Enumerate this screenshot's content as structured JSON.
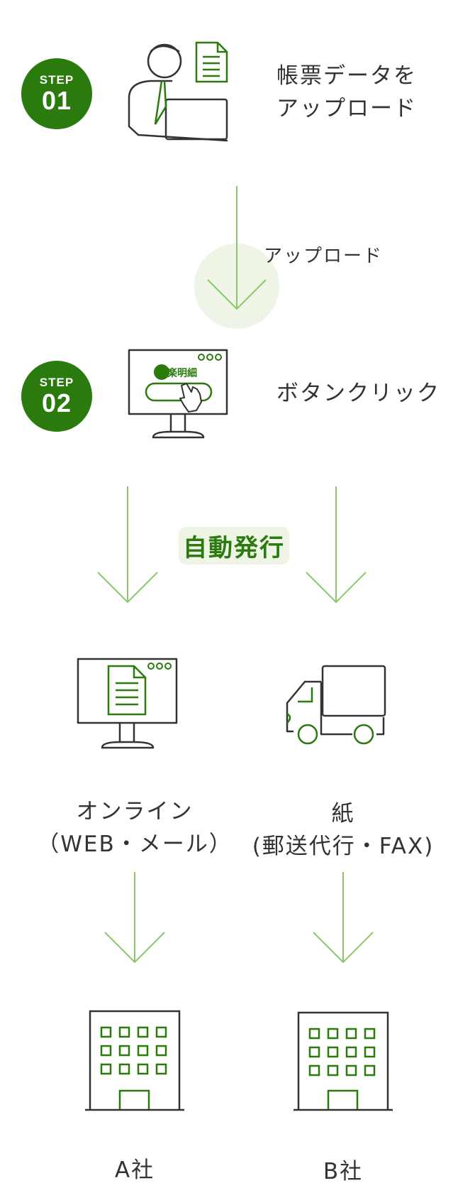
{
  "steps": [
    {
      "step_label": "STEP",
      "number": "01",
      "text_line1": "帳票データを",
      "text_line2": "アップロード"
    },
    {
      "step_label": "STEP",
      "number": "02",
      "text": "ボタンクリック"
    }
  ],
  "upload_arrow_label": "アップロード",
  "app_logo_text": "楽楽明細",
  "auto_issue_label": "自動発行",
  "branches": [
    {
      "line1": "オンライン",
      "line2": "（WEB・メール）",
      "company": "A社"
    },
    {
      "line1": "紙",
      "line2": "(郵送代行・FAX)",
      "company": "B社"
    }
  ],
  "colors": {
    "primary_green": "#2a7a0e",
    "light_green": "#8cc66a",
    "dark_line": "#333333"
  }
}
